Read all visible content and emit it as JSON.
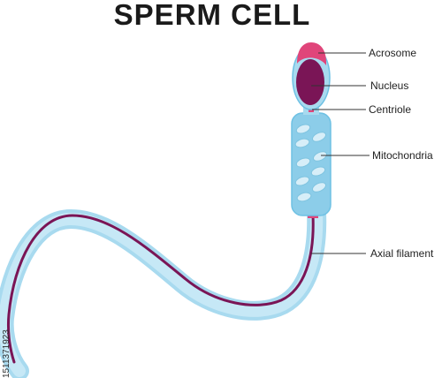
{
  "title": "SPERM CELL",
  "labels": {
    "acrosome": "Acrosome",
    "nucleus": "Nucleus",
    "centriole": "Centriole",
    "mitochondria": "Mitochondria",
    "axial_filament": "Axial filament"
  },
  "stock_id": "1511371923",
  "colors": {
    "membrane": "#a8daef",
    "membrane_edge": "#6ec1e4",
    "midpiece": "#8ccde9",
    "nucleus": "#7a1556",
    "acrosome": "#e0457a",
    "axial_filament": "#7a1556",
    "mitochondria": "#d7eef8",
    "leader_line": "#333333"
  }
}
